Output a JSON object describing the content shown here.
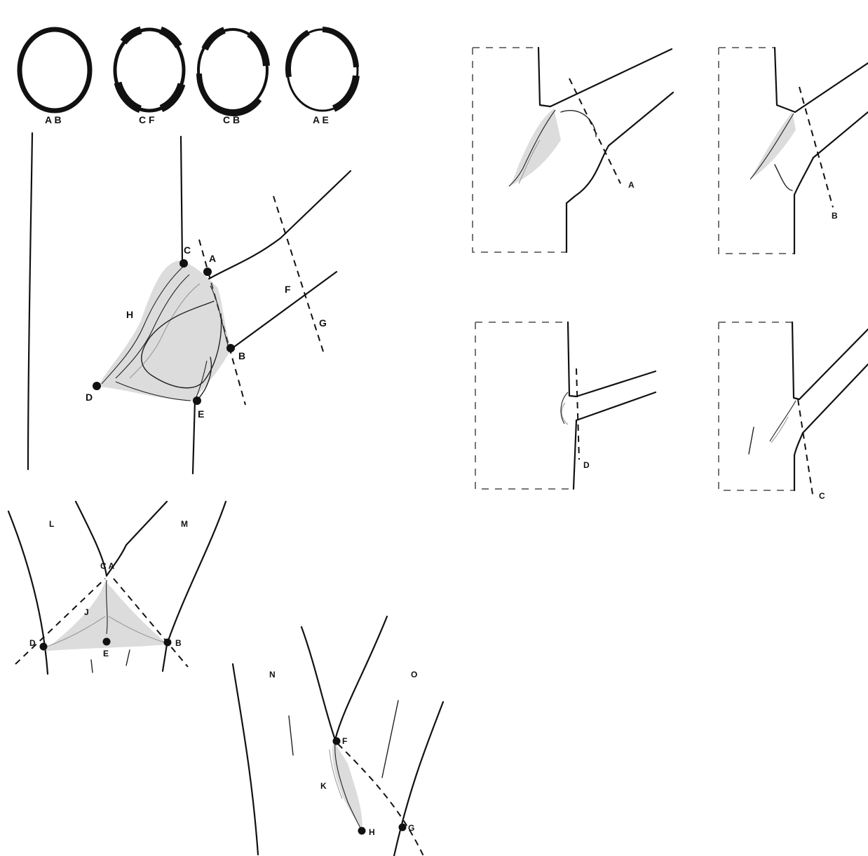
{
  "rings": [
    {
      "caption": "A B"
    },
    {
      "caption": "C F"
    },
    {
      "caption": "C B"
    },
    {
      "caption": "A E"
    }
  ],
  "main_figure": {
    "labels": {
      "c": "C",
      "a": "A",
      "h": "H",
      "f": "F",
      "g": "G",
      "b": "B",
      "d": "D",
      "e": "E"
    }
  },
  "small_panels": [
    {
      "label": "A"
    },
    {
      "label": "B"
    },
    {
      "label": "D"
    },
    {
      "label": "C"
    }
  ],
  "fork_figure": {
    "labels": {
      "l": "L",
      "m": "M",
      "ca": "C A",
      "j": "J",
      "d": "D",
      "e": "E",
      "b": "B"
    }
  },
  "lower_figure": {
    "labels": {
      "n": "N",
      "o": "O",
      "f": "F",
      "k": "K",
      "h": "H",
      "g": "G"
    }
  }
}
